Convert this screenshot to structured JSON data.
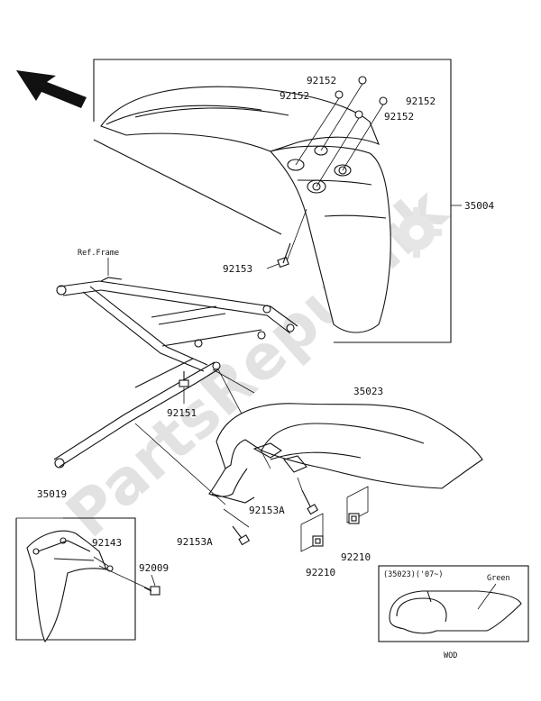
{
  "labels": {
    "ref_frame": "Ref.Frame",
    "p35004": "35004",
    "p92152_a": "92152",
    "p92152_b": "92152",
    "p92152_c": "92152",
    "p92152_d": "92152",
    "p92153": "92153",
    "p92151": "92151",
    "p35023": "35023",
    "p92153A_a": "92153A",
    "p92153A_b": "92153A",
    "p92210_a": "92210",
    "p92210_b": "92210",
    "p35019": "35019",
    "p92143": "92143",
    "p92009": "92009"
  },
  "inset": {
    "title": "(35023)('07~)",
    "color_label": "Green",
    "code": "WOD"
  },
  "watermark": "PartsRepublik",
  "icons": {
    "direction": "front-arrow-icon",
    "watermark": "gear-icon"
  }
}
